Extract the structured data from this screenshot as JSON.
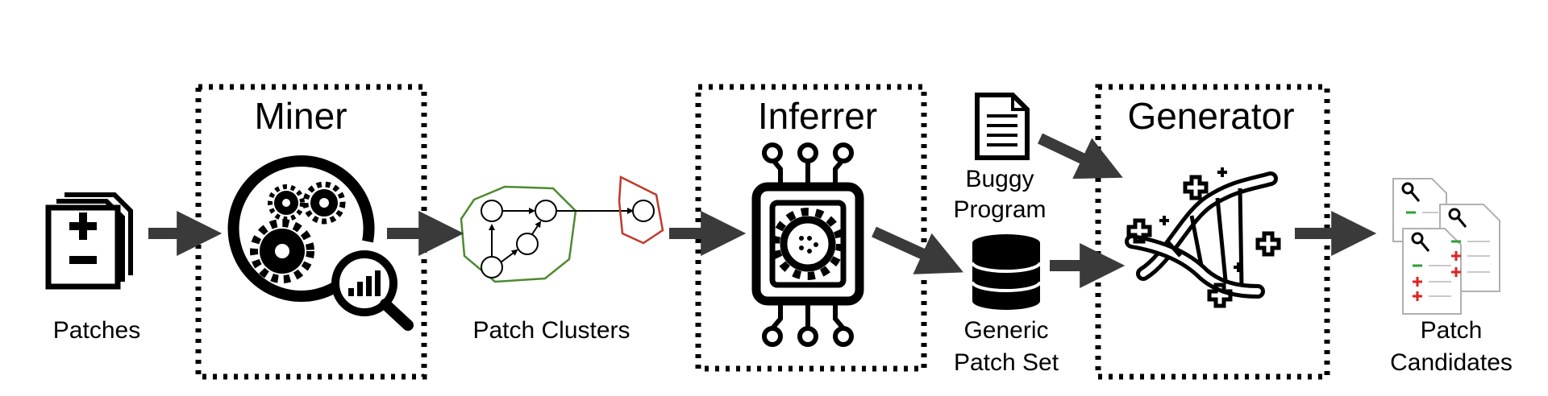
{
  "labels": {
    "patches": "Patches",
    "patch_clusters": "Patch Clusters",
    "buggy_line1": "Buggy",
    "buggy_line2": "Program",
    "generic_line1": "Generic",
    "generic_line2": "Patch Set",
    "candidates_line1": "Patch",
    "candidates_line2": "Candidates"
  },
  "stages": {
    "miner": "Miner",
    "inferrer": "Inferrer",
    "generator": "Generator"
  },
  "colors": {
    "ink": "#000000",
    "arrow": "#3a3a3a",
    "cluster_green": "#4e8a2f",
    "cluster_red": "#c0392b",
    "plus_red": "#e02020",
    "minus_green": "#2e9e3a"
  },
  "icons": {
    "patches": "patch-document-icon",
    "miner": "gears-magnifier-icon",
    "clusters": "graph-cluster-icon",
    "inferrer": "chip-gear-icon",
    "buggy_program": "document-icon",
    "generic_patch_set": "database-icon",
    "generator": "dna-icon",
    "patch_candidates": "patch-files-icon"
  }
}
